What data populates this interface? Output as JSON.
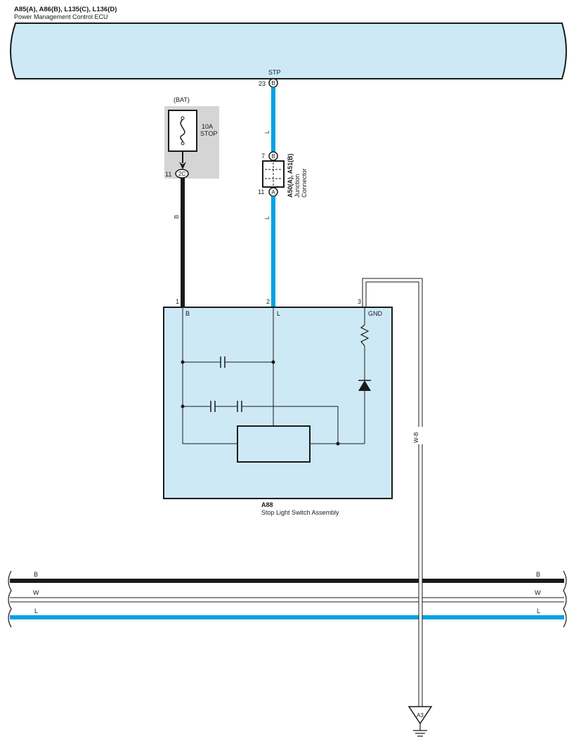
{
  "ecu": {
    "codes": "A85(A), A86(B), L135(C), L136(D)",
    "name": "Power Management Control ECU",
    "terminal_name": "STP",
    "pin": "23",
    "connector": "B"
  },
  "fuse": {
    "source": "(BAT)",
    "rating": "10A",
    "name": "STOP",
    "pin": "11",
    "connector": "2C"
  },
  "junction": {
    "codes": "A50(A), A51(B)",
    "name_line1": "Junction",
    "name_line2": "Connector",
    "top_pin": "7",
    "top_connector": "B",
    "bottom_pin": "11",
    "bottom_connector": "A"
  },
  "wires": {
    "black": "B",
    "blue": "L",
    "white": "W",
    "ground": "W-B"
  },
  "switch": {
    "code": "A88",
    "name": "Stop Light Switch Assembly",
    "pins": [
      "1",
      "2",
      "3"
    ],
    "terminals": [
      "B",
      "L",
      "GND"
    ]
  },
  "bus": {
    "labels": [
      "B",
      "W",
      "L"
    ]
  },
  "ground": {
    "label": "A3"
  },
  "colors": {
    "ecu_fill": "#cde9f6",
    "blue_wire": "#00a2e4",
    "black_wire": "#1a1a1a",
    "fuse_bg": "#d5d5d5"
  }
}
